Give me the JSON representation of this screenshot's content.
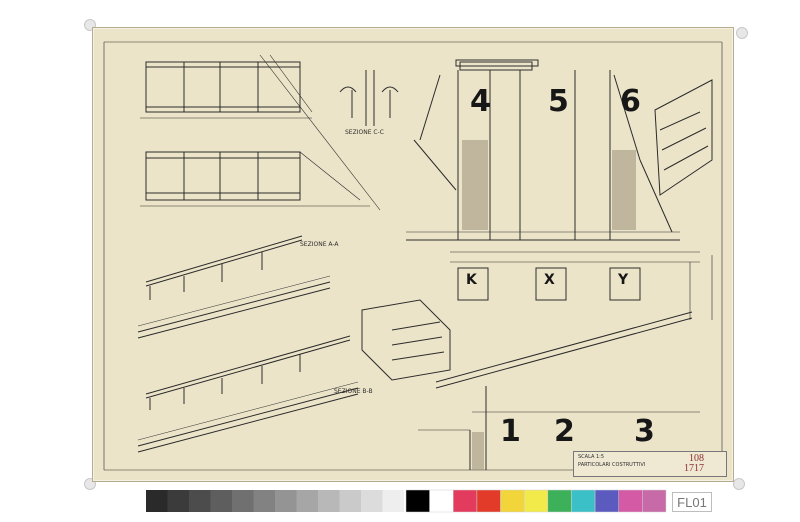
{
  "drawing": {
    "top_numbers": [
      "4",
      "5",
      "6"
    ],
    "bottom_numbers": [
      "1",
      "2",
      "3"
    ],
    "section_labels": [
      "SEZIONE A-A",
      "SEZIONE B-B",
      "SEZIONE C-C"
    ],
    "detail_letters": [
      "K",
      "X",
      "Y"
    ],
    "doc_number": "108",
    "doc_number_sub": "1717",
    "title_block_lines": [
      "SCALA 1:5",
      "PARTICOLARI COSTRUTTIVI"
    ]
  },
  "archive_tag": "FL01",
  "colors": {
    "sheet": "#ece4c9",
    "ink": "#222222",
    "stamp": "#8a2f2f"
  },
  "color_bar": {
    "gray_patches": [
      "#2a2a2a",
      "#3b3b3b",
      "#4c4c4c",
      "#5e5e5e",
      "#707070",
      "#828282",
      "#949494",
      "#a6a6a6",
      "#b8b8b8",
      "#cacaca",
      "#dcdcdc",
      "#eeeeee"
    ],
    "color_patches": [
      "#000000",
      "#ffffff",
      "#e23b5d",
      "#e23b2a",
      "#f2d53b",
      "#f2e94a",
      "#3db05a",
      "#3cc0c8",
      "#5a5abf",
      "#d45aa5",
      "#c86aa7"
    ]
  }
}
